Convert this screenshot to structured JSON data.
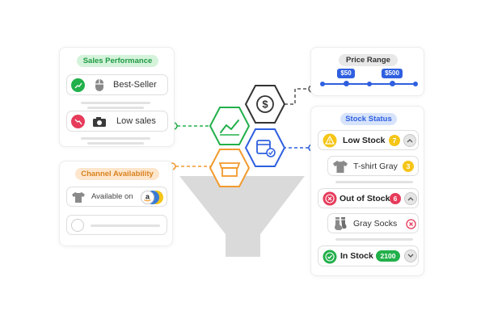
{
  "sales_performance": {
    "title": "Sales Performance",
    "best_seller_label": "Best-Seller",
    "low_sales_label": "Low sales"
  },
  "channel_availability": {
    "title": "Channel Availability",
    "available_on_label": "Available on"
  },
  "price_range": {
    "title": "Price Range",
    "min_label": "$50",
    "max_label": "$500"
  },
  "stock_status": {
    "title": "Stock Status",
    "low_stock": {
      "label": "Low Stock",
      "count": "7"
    },
    "low_stock_item": {
      "label": "T-shirt Gray",
      "count": "3"
    },
    "out_of_stock": {
      "label": "Out of Stock",
      "count": "6"
    },
    "out_of_stock_item": {
      "label": "Gray Socks"
    },
    "in_stock": {
      "label": "In Stock",
      "count": "2100"
    }
  },
  "colors": {
    "green": "#22b04b",
    "red": "#e63b5a",
    "orange": "#f29a2e",
    "blue": "#2f5fe0",
    "yellow": "#f5c518",
    "gray_funnel": "#dadada"
  }
}
